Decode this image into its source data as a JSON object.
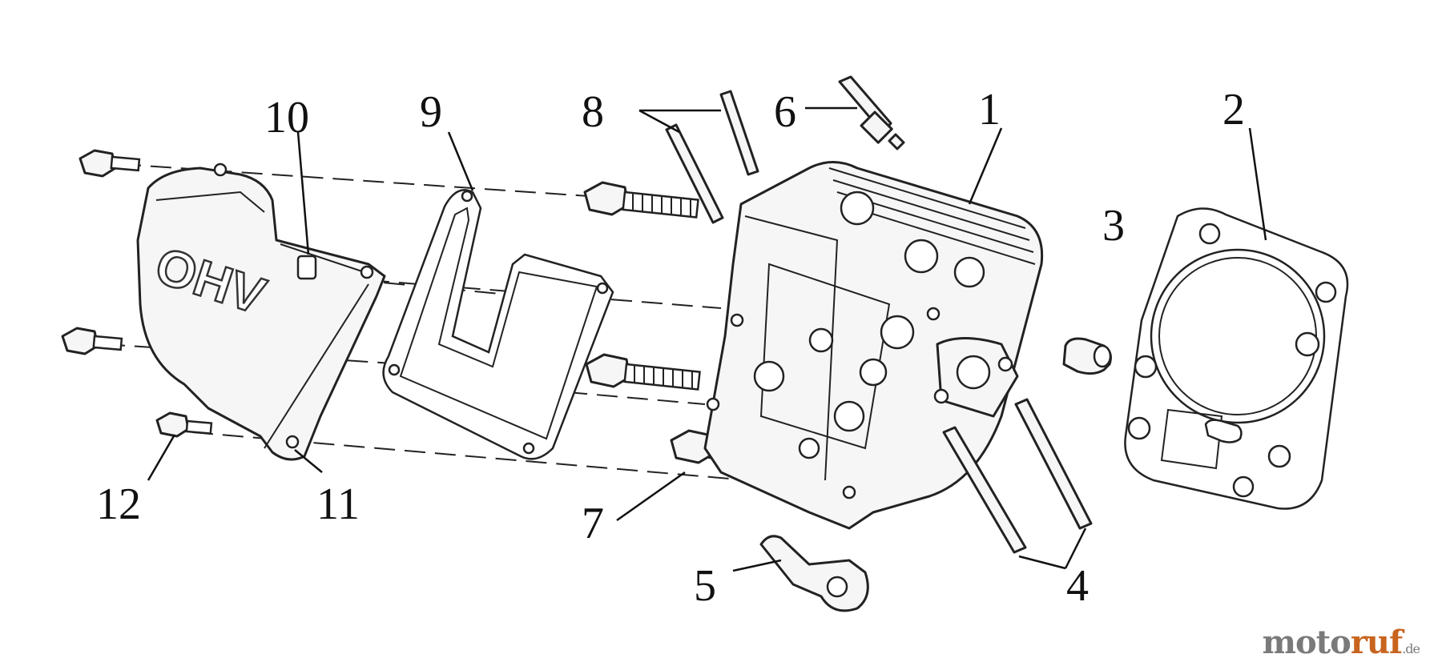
{
  "diagram": {
    "callouts": {
      "c1": "1",
      "c2": "2",
      "c3": "3",
      "c4": "4",
      "c5": "5",
      "c6": "6",
      "c7": "7",
      "c8": "8",
      "c9": "9",
      "c10": "10",
      "c11": "11",
      "c12": "12"
    },
    "cover_marking": "OHV"
  },
  "watermark": {
    "part1": "moto",
    "part2": "ruf",
    "part3": ".de"
  },
  "colors": {
    "line": "#222222",
    "watermark_gray": "#7a7a7a",
    "watermark_orange": "#c8641e"
  }
}
